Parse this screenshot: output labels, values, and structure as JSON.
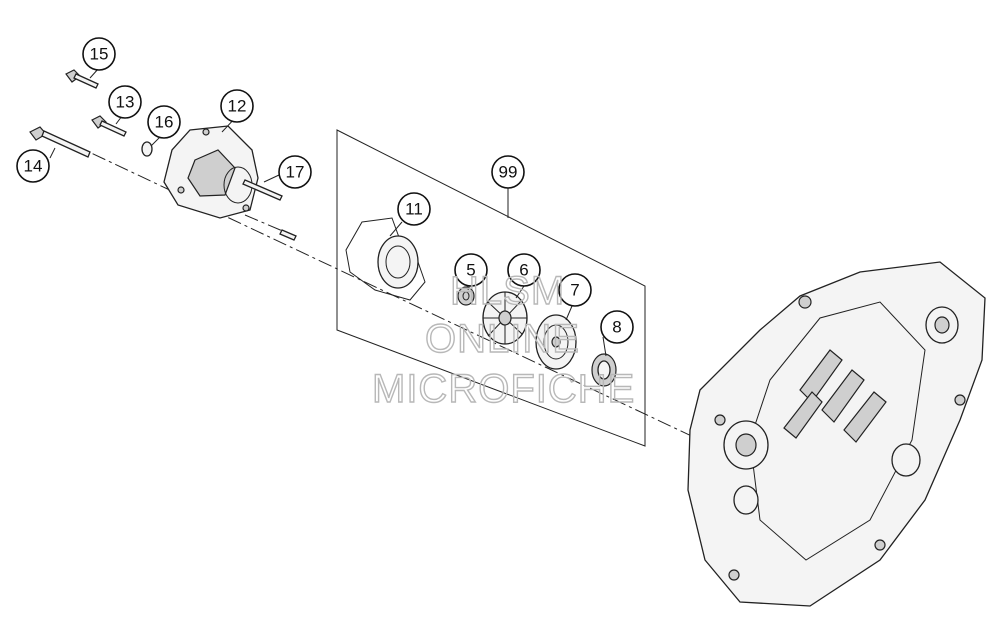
{
  "callouts": {
    "c15": "15",
    "c13": "13",
    "c16": "16",
    "c12": "12",
    "c14": "14",
    "c17": "17",
    "c99": "99",
    "c11": "11",
    "c5": "5",
    "c6": "6",
    "c7": "7",
    "c8": "8"
  },
  "watermark": {
    "line1": "HLSM",
    "line2": "ONLINE",
    "line3": "MICROFICHE"
  }
}
